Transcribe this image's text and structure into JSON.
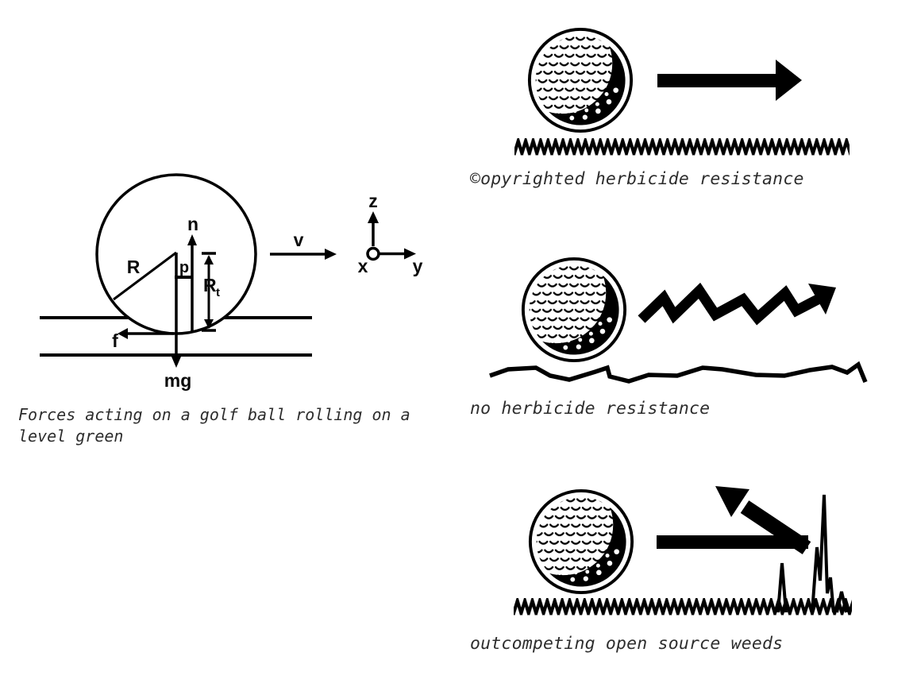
{
  "page": {
    "background": "#ffffff",
    "ink": "#000000",
    "caption_color": "#2d2d2d"
  },
  "force_diagram": {
    "caption": "Forces acting on a golf ball rolling on a level green",
    "labels": {
      "radius": "R",
      "normal_force": "n",
      "offset": "p",
      "height_main": "R",
      "height_sub": "t",
      "friction": "f",
      "weight": "mg",
      "velocity": "v",
      "axis_z": "z",
      "axis_x": "x",
      "axis_y": "y"
    }
  },
  "panels": [
    {
      "caption": "©opyrighted herbicide resistance",
      "arrow_icon": "straight-right-arrow",
      "ground_icon": "uniform-zigzag-turf"
    },
    {
      "caption": "no herbicide resistance",
      "arrow_icon": "jagged-zigzag-arrow",
      "ground_icon": "rough-uneven-ground"
    },
    {
      "caption": "outcompeting open source weeds",
      "arrow_icon": "right-then-bounce-back-arrow",
      "ground_icon": "zigzag-turf-with-tall-weeds"
    }
  ]
}
